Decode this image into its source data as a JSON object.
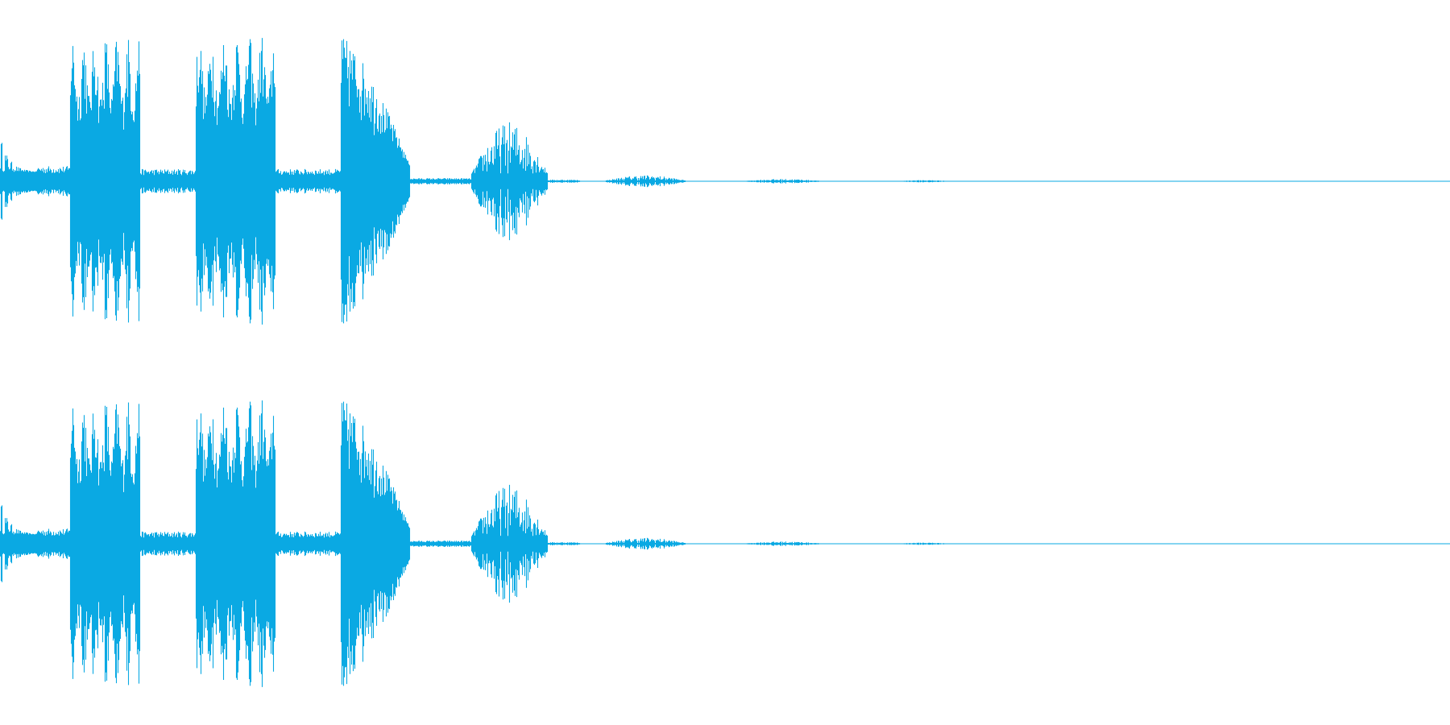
{
  "waveform": {
    "color": "#0aa9e3",
    "channel_count": 2,
    "channels": [
      {
        "id": "channel-left",
        "segments": [
          {
            "start": 0.0,
            "end": 0.05,
            "peak": 0.3,
            "floor": 0.06,
            "shape": "burst"
          },
          {
            "start": 0.05,
            "end": 0.096,
            "peak": 0.1,
            "floor": 0.05,
            "shape": "noise"
          },
          {
            "start": 0.096,
            "end": 0.193,
            "peak": 0.95,
            "floor": 0.18,
            "shape": "flat"
          },
          {
            "start": 0.193,
            "end": 0.27,
            "peak": 0.08,
            "floor": 0.04,
            "shape": "noise"
          },
          {
            "start": 0.27,
            "end": 0.38,
            "peak": 0.96,
            "floor": 0.2,
            "shape": "flat"
          },
          {
            "start": 0.38,
            "end": 0.47,
            "peak": 0.08,
            "floor": 0.04,
            "shape": "noise"
          },
          {
            "start": 0.47,
            "end": 0.565,
            "peak": 0.95,
            "floor": 0.1,
            "shape": "decay"
          },
          {
            "start": 0.565,
            "end": 0.65,
            "peak": 0.02,
            "floor": 0.01,
            "shape": "noise"
          },
          {
            "start": 0.65,
            "end": 0.755,
            "peak": 0.39,
            "floor": 0.05,
            "shape": "spindle"
          },
          {
            "start": 0.755,
            "end": 0.8,
            "peak": 0.01,
            "floor": 0.004,
            "shape": "noise"
          },
          {
            "start": 0.835,
            "end": 0.945,
            "peak": 0.04,
            "floor": 0.005,
            "shape": "spindle"
          },
          {
            "start": 1.03,
            "end": 1.13,
            "peak": 0.015,
            "floor": 0.003,
            "shape": "spindle"
          },
          {
            "start": 1.24,
            "end": 1.31,
            "peak": 0.008,
            "floor": 0.002,
            "shape": "spindle"
          }
        ]
      },
      {
        "id": "channel-right",
        "segments": [
          {
            "start": 0.0,
            "end": 0.05,
            "peak": 0.3,
            "floor": 0.06,
            "shape": "burst"
          },
          {
            "start": 0.05,
            "end": 0.096,
            "peak": 0.1,
            "floor": 0.05,
            "shape": "noise"
          },
          {
            "start": 0.096,
            "end": 0.193,
            "peak": 0.95,
            "floor": 0.18,
            "shape": "flat"
          },
          {
            "start": 0.193,
            "end": 0.27,
            "peak": 0.08,
            "floor": 0.04,
            "shape": "noise"
          },
          {
            "start": 0.27,
            "end": 0.38,
            "peak": 0.96,
            "floor": 0.2,
            "shape": "flat"
          },
          {
            "start": 0.38,
            "end": 0.47,
            "peak": 0.08,
            "floor": 0.04,
            "shape": "noise"
          },
          {
            "start": 0.47,
            "end": 0.565,
            "peak": 0.95,
            "floor": 0.1,
            "shape": "decay"
          },
          {
            "start": 0.565,
            "end": 0.65,
            "peak": 0.02,
            "floor": 0.01,
            "shape": "noise"
          },
          {
            "start": 0.65,
            "end": 0.755,
            "peak": 0.39,
            "floor": 0.05,
            "shape": "spindle"
          },
          {
            "start": 0.755,
            "end": 0.8,
            "peak": 0.01,
            "floor": 0.004,
            "shape": "noise"
          },
          {
            "start": 0.835,
            "end": 0.945,
            "peak": 0.04,
            "floor": 0.005,
            "shape": "spindle"
          },
          {
            "start": 1.03,
            "end": 1.13,
            "peak": 0.015,
            "floor": 0.003,
            "shape": "spindle"
          },
          {
            "start": 1.24,
            "end": 1.31,
            "peak": 0.008,
            "floor": 0.002,
            "shape": "spindle"
          }
        ]
      }
    ]
  }
}
